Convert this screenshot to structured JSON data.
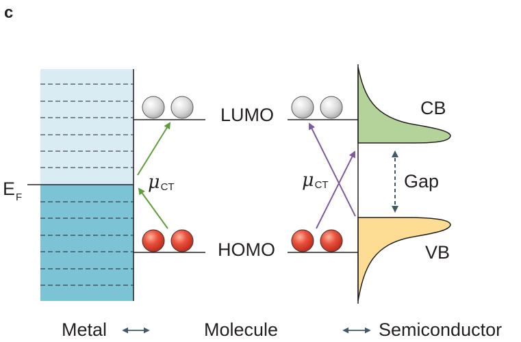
{
  "panel_label": "c",
  "labels": {
    "fermi_main": "E",
    "fermi_sub": "F",
    "lumo": "LUMO",
    "homo": "HOMO",
    "mu_left_main": "μ",
    "mu_left_sub": "CT",
    "mu_right_main": "μ",
    "mu_right_sub": "CT",
    "cb": "CB",
    "vb": "VB",
    "gap": "Gap"
  },
  "footer": {
    "metal": "Metal",
    "molecule": "Molecule",
    "semiconductor": "Semiconductor"
  },
  "colors": {
    "metal_empty": "#d9ecf4",
    "metal_filled": "#7cc3d6",
    "cb_fill": "#b4d39a",
    "vb_fill": "#fddc93",
    "arrow_metal": "#5e9e3a",
    "arrow_semiconductor": "#7e5aa0",
    "gap_arrow": "#3f5a66",
    "line": "#231f20"
  }
}
